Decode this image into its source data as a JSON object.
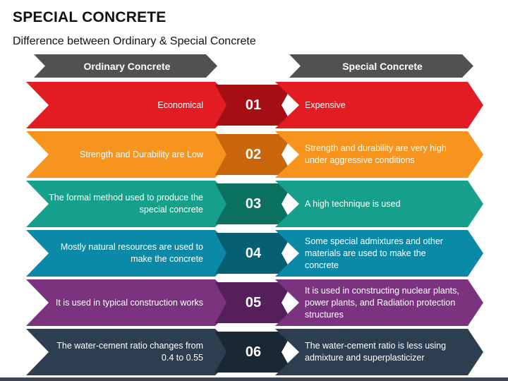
{
  "title": "SPECIAL CONCRETE",
  "subtitle": "Difference between Ordinary & Special Concrete",
  "headers": {
    "left": "Ordinary Concrete",
    "right": "Special Concrete",
    "color": "#515151"
  },
  "rows": [
    {
      "number": "01",
      "left": "Economical",
      "right": "Expensive",
      "color": "#e31c23",
      "dark": "#a50f14"
    },
    {
      "number": "02",
      "left": "Strength and Durability are Low",
      "right": "Strength and durability are very high under aggressive conditions",
      "color": "#f7941d",
      "dark": "#c9650a"
    },
    {
      "number": "03",
      "left": "The formal method used to produce the special concrete",
      "right": "A high technique is used",
      "color": "#16a08b",
      "dark": "#0b7060"
    },
    {
      "number": "04",
      "left": "Mostly natural resources are used to make the concrete",
      "right": "Some special admixtures and other materials are used to make the concrete",
      "color": "#0b8aa8",
      "dark": "#075f74"
    },
    {
      "number": "05",
      "left": "It is used in typical construction works",
      "right": "It is used in constructing nuclear plants, power plants, and Radiation protection structures",
      "color": "#7b3380",
      "dark": "#55205a"
    },
    {
      "number": "06",
      "left": "The water-cement ratio changes from 0.4 to 0.55",
      "right": "The water-cement ratio is less using admixture and superplasticizer",
      "color": "#2d3e50",
      "dark": "#1a2735"
    }
  ]
}
